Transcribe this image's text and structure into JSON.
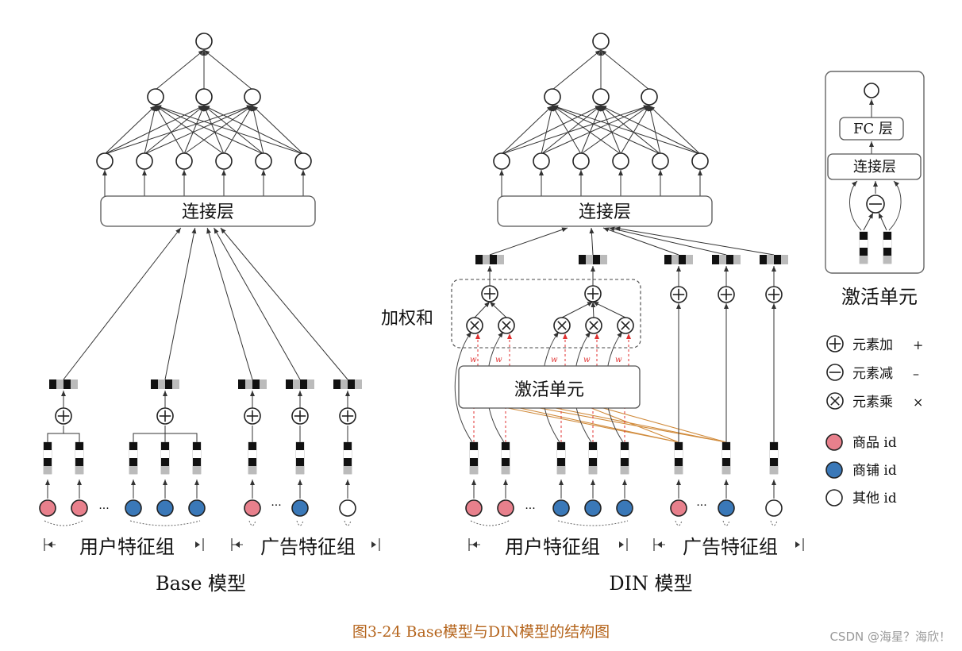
{
  "base": {
    "concat_label": "连接层",
    "title": "Base 模型",
    "user_group_label": "用户特征组",
    "ad_group_label": "广告特征组",
    "ellipsis": "···"
  },
  "din": {
    "concat_label": "连接层",
    "title": "DIN 模型",
    "user_group_label": "用户特征组",
    "ad_group_label": "广告特征组",
    "activation_label": "激活单元",
    "weighted_sum_label": "加权和",
    "weight_symbol": "w",
    "ellipsis": "···"
  },
  "activation_unit": {
    "title": "激活单元",
    "fc_label": "FC 层",
    "concat_label": "连接层"
  },
  "legend": {
    "ops": [
      {
        "symbol": "plus",
        "label": "元素加",
        "sign": "+"
      },
      {
        "symbol": "minus",
        "label": "元素减",
        "sign": "–"
      },
      {
        "symbol": "times",
        "label": "元素乘",
        "sign": "×"
      }
    ],
    "ids": [
      {
        "color": "#e8808c",
        "label": "商品 id"
      },
      {
        "color": "#3a78b8",
        "label": "商铺 id"
      },
      {
        "color": "#ffffff",
        "label": "其他 id"
      }
    ]
  },
  "colors": {
    "goods": "#e8808c",
    "shop": "#3a78b8",
    "other": "#ffffff",
    "orange_link": "#d08a3a",
    "red_dash": "#e03030"
  },
  "caption": "图3-24 Base模型与DIN模型的结构图",
  "watermark": "CSDN @海星？海欣！"
}
